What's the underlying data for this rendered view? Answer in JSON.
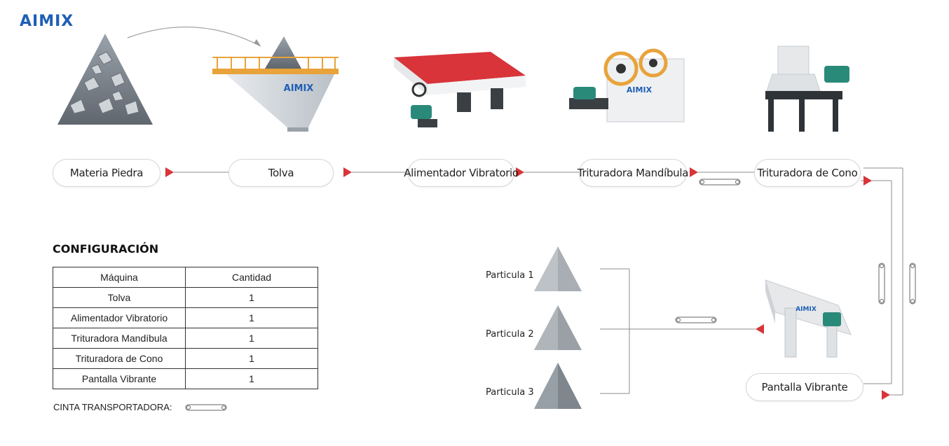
{
  "brand": {
    "logo_text": "AIMIX"
  },
  "flow": {
    "nodes": [
      {
        "label": "Materia Piedra"
      },
      {
        "label": "Tolva"
      },
      {
        "label": "Alimentador Vibratorio"
      },
      {
        "label": "Trituradora Mandíbula"
      },
      {
        "label": "Trituradora de Cono"
      },
      {
        "label": "Pantalla Vibrante"
      }
    ]
  },
  "products": [
    {
      "label": "Particula 1"
    },
    {
      "label": "Particula 2"
    },
    {
      "label": "Particula 3"
    }
  ],
  "config": {
    "title": "CONFIGURACIÓN",
    "headers": [
      "Máquina",
      "Cantidad"
    ],
    "rows": [
      {
        "machine": "Tolva",
        "qty": "1"
      },
      {
        "machine": "Alimentador Vibratorio",
        "qty": "1"
      },
      {
        "machine": "Trituradora Mandíbula",
        "qty": "1"
      },
      {
        "machine": "Trituradora de Cono",
        "qty": "1"
      },
      {
        "machine": "Pantalla Vibrante",
        "qty": "1"
      }
    ]
  },
  "legend": {
    "conveyor_label": "CINTA TRANSPORTADORA:"
  },
  "colors": {
    "arrow": "#d8343a",
    "brand": "#1f5fb5",
    "frame": "#e8a33a",
    "tray": "#d8343a",
    "motor": "#2a8a7a"
  }
}
